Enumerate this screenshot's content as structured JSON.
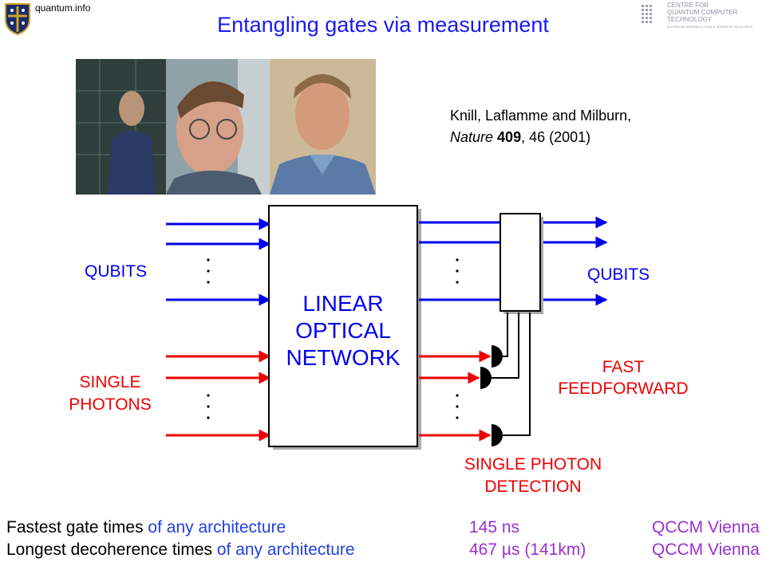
{
  "header": {
    "site": "quantum.info",
    "title": "Entangling gates via measurement",
    "logo_text_line1": "CENTRE FOR",
    "logo_text_line2": "QUANTUM COMPUTER",
    "logo_text_line3": "TECHNOLOGY",
    "logo_text_line4": "AUSTRALIAN RESEARCH COUNCIL CENTRE OF EXCELLENCE"
  },
  "citation": {
    "authors": "Knill, Laflamme and Milburn,",
    "journal": "Nature",
    "volume": "409",
    "rest": ", 46 (2001)"
  },
  "diagram": {
    "qubits_in": "QUBITS",
    "qubits_out": "QUBITS",
    "single_photons_1": "SINGLE",
    "single_photons_2": "PHOTONS",
    "network_1": "LINEAR",
    "network_2": "OPTICAL",
    "network_3": "NETWORK",
    "fast_1": "FAST",
    "fast_2": "FEEDFORWARD",
    "detect_1": "SINGLE PHOTON",
    "detect_2": "DETECTION",
    "colors": {
      "qubit": "#0000ee",
      "photon": "#ee0000",
      "label_red": "#ee0000",
      "label_blue": "#0000ee"
    }
  },
  "footer": {
    "row1": {
      "lead": "Fastest gate times",
      "mid": "of any architecture",
      "value": "145 ns",
      "where": "QCCM Vienna"
    },
    "row2": {
      "lead": "Longest decoherence times",
      "mid": "of any architecture",
      "value": "467 µs",
      "extra": "(141km)",
      "where": "QCCM Vienna"
    }
  }
}
